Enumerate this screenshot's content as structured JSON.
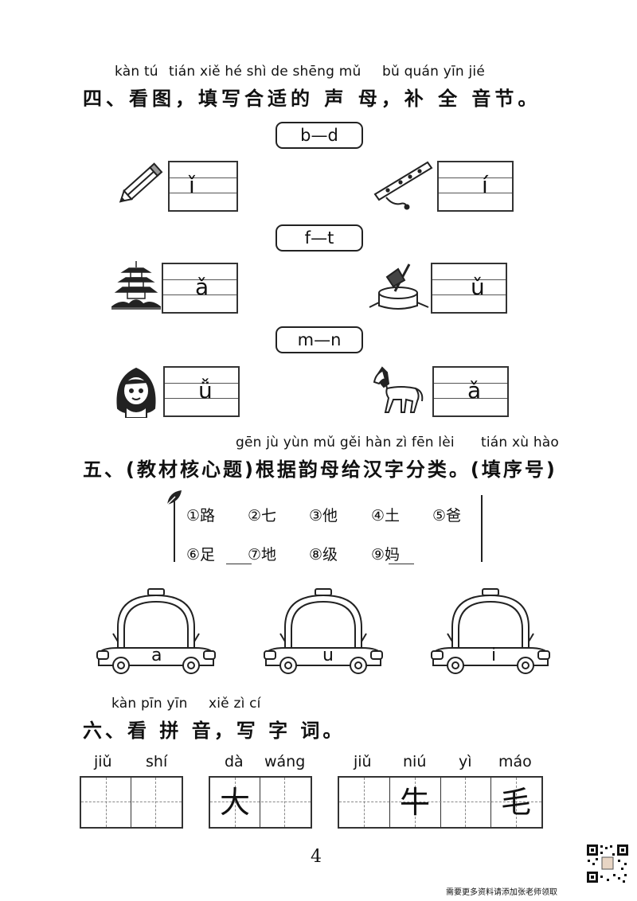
{
  "section4": {
    "pinyin": [
      "kàn tú",
      "tián xiě hé shì de shēng mǔ",
      "bǔ quán yīn jié"
    ],
    "heading": "四、看图，填写合适的 声 母，补 全 音节。",
    "pairs": [
      "b—d",
      "f—t",
      "m—n"
    ],
    "syllables": [
      "ǐ",
      "í",
      "ǎ",
      "ǔ",
      "ǚ",
      "ǎ"
    ],
    "pictures": [
      "pencil-icon",
      "flute-icon",
      "pagoda-icon",
      "axe-stump-icon",
      "girl-icon",
      "horse-icon"
    ]
  },
  "section5": {
    "pinyin": [
      "gēn jù yùn mǔ gěi hàn zì fēn lèi",
      "tián xù hào"
    ],
    "heading": "五、(教材核心题)根据韵母给汉字分类。(填序号)",
    "items_row1": [
      "①路",
      "②七",
      "③他",
      "④土",
      "⑤爸"
    ],
    "items_row2": [
      "⑥足",
      "⑦地",
      "⑧级",
      "⑨妈"
    ],
    "cars": [
      "a",
      "u",
      "i"
    ]
  },
  "section6": {
    "pinyin": [
      "kàn pīn yīn",
      "xiě zì cí"
    ],
    "heading": "六、看 拼 音，写 字 词。",
    "group1": {
      "pinyin": [
        "jiǔ",
        "shí"
      ],
      "chars": [
        "",
        ""
      ]
    },
    "group2": {
      "pinyin": [
        "dà",
        "wáng"
      ],
      "chars": [
        "大",
        ""
      ]
    },
    "group3": {
      "pinyin": [
        "jiǔ",
        "niú",
        "yì",
        "máo"
      ],
      "chars": [
        "",
        "牛",
        "",
        "毛"
      ]
    }
  },
  "footer": {
    "page_number": "4",
    "qr_caption": "需要更多资料请添加张老师领取"
  }
}
